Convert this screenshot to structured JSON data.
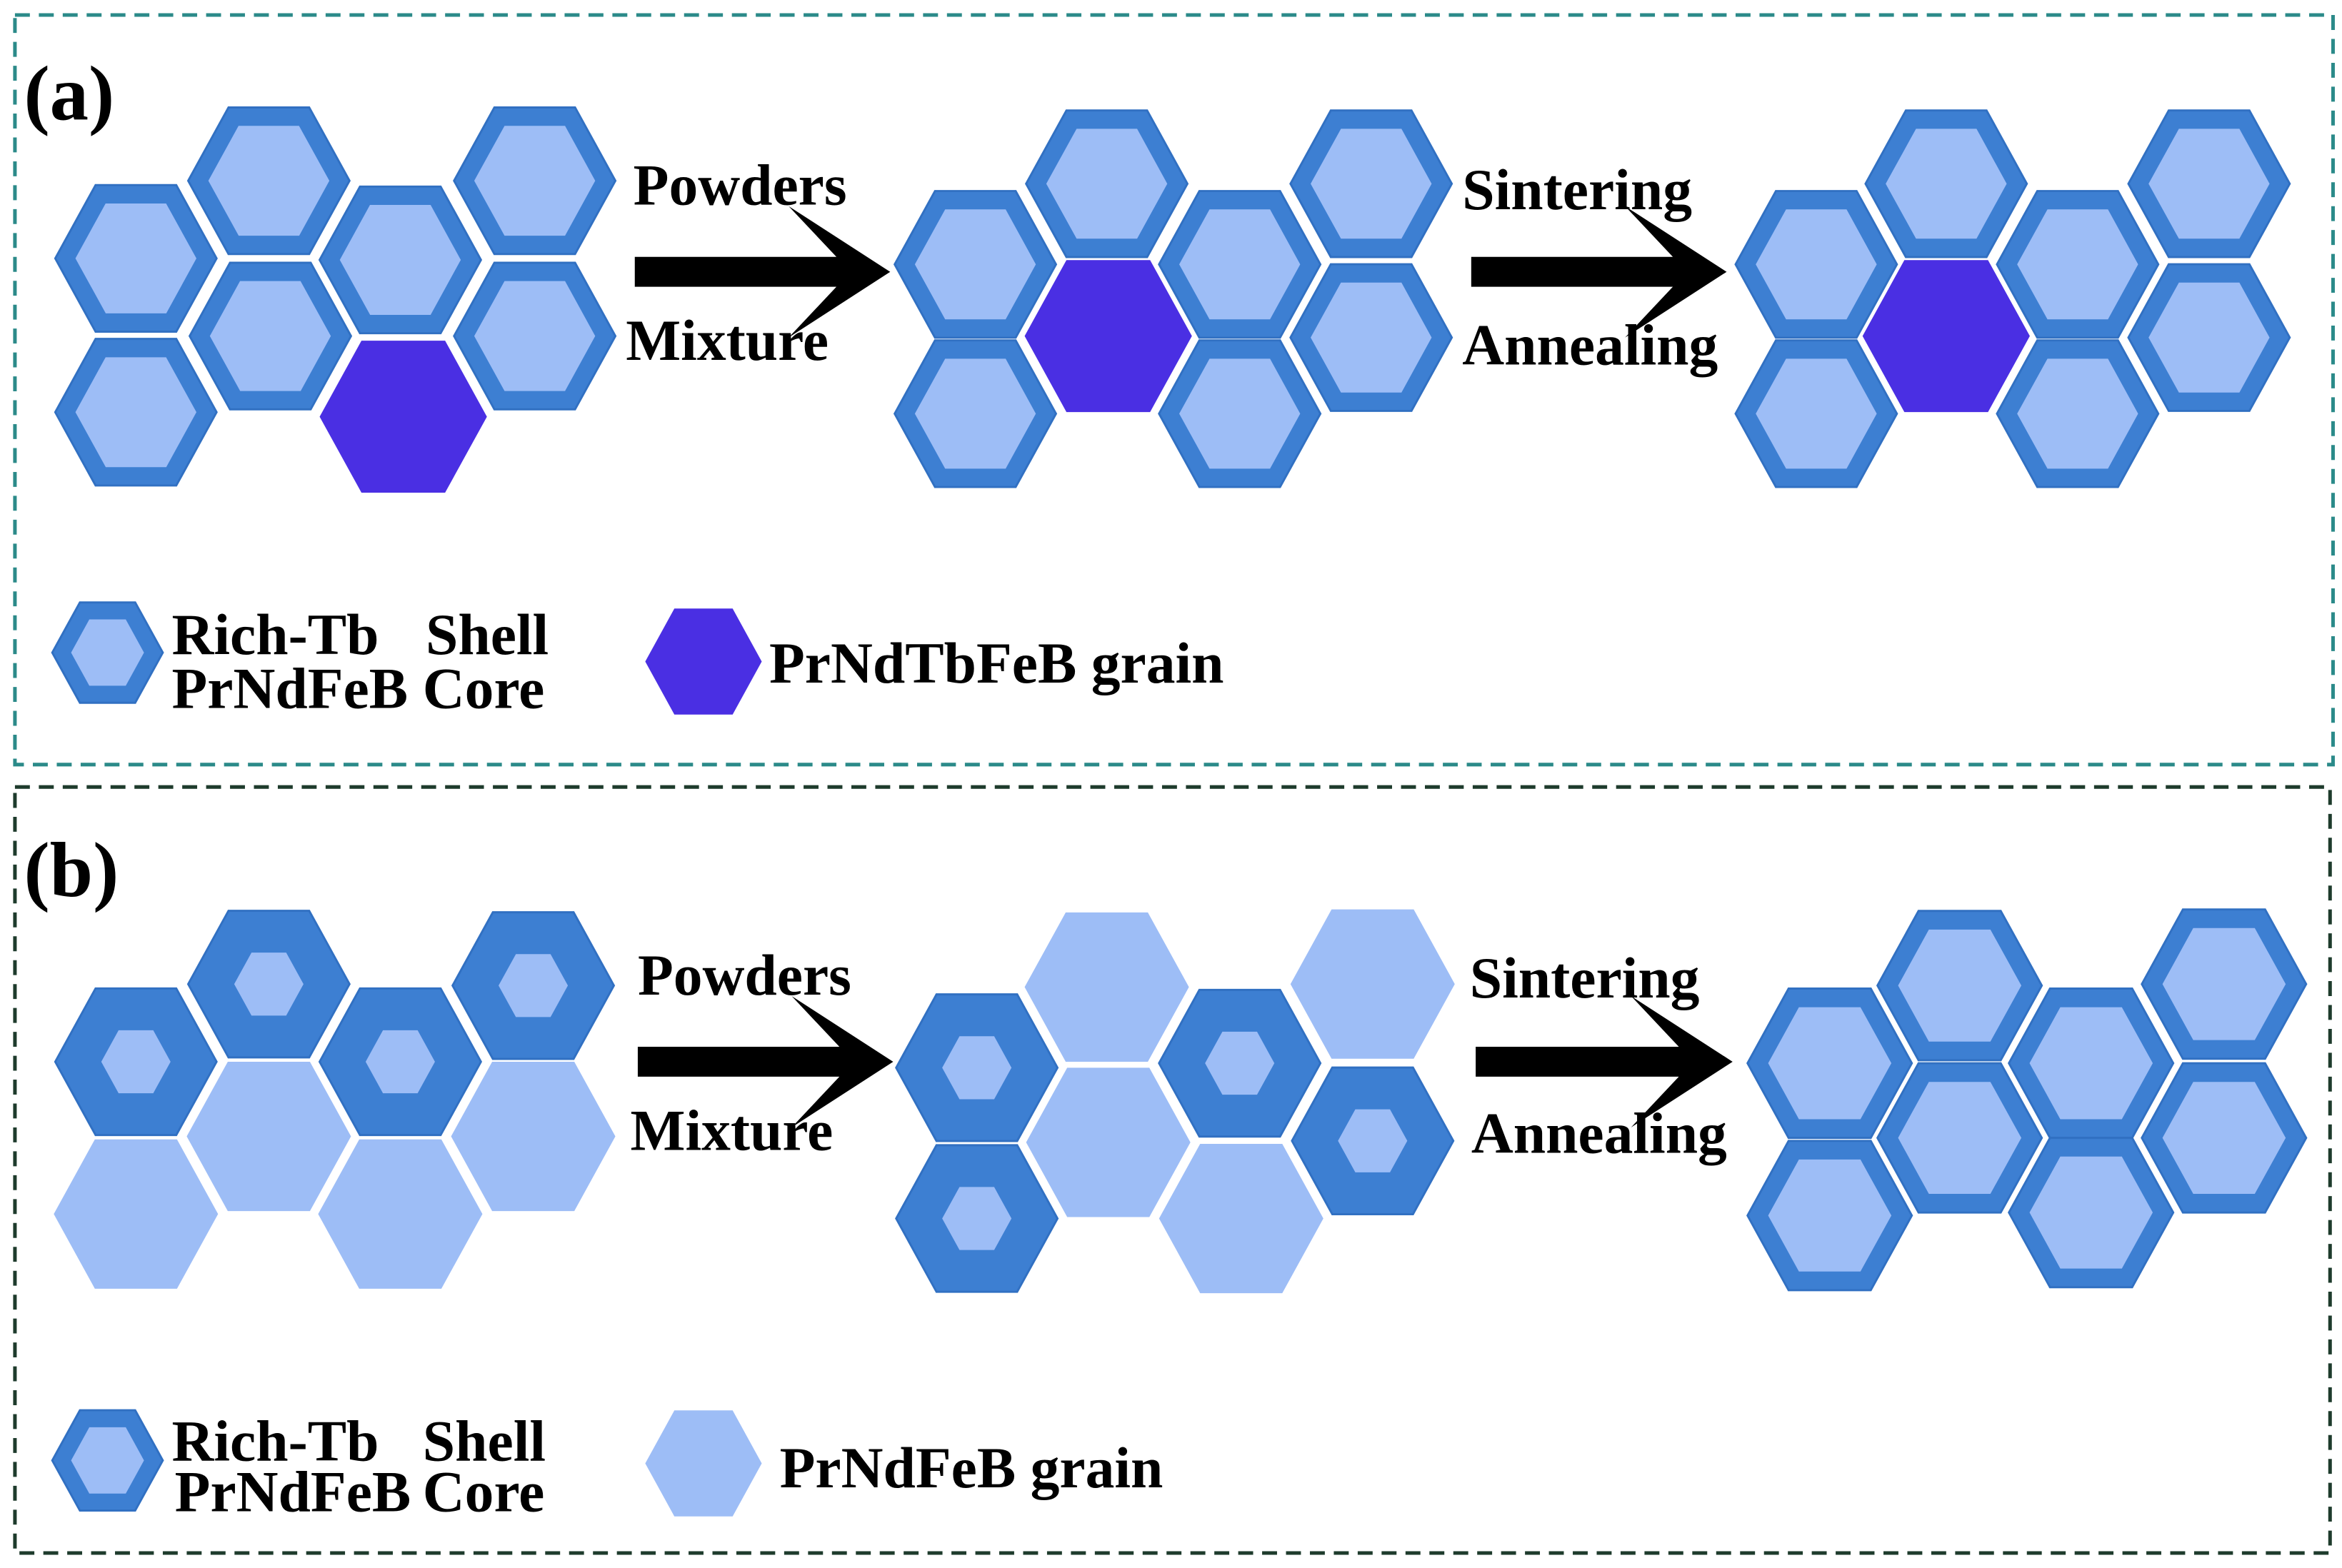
{
  "colors": {
    "shell": "#3d7fd2",
    "shell_edge": "#3170c2",
    "core": "#9dbdf6",
    "tb_grain": "#4a2fe3",
    "ndfeb_grain": "#9dbdf6",
    "arrow": "#000000",
    "frame_a": "#2b8a89",
    "frame_b": "#1e3b2c"
  },
  "panel_a": {
    "label": "(a)",
    "step1": {
      "above": "Powders",
      "below": "Mixture"
    },
    "step2": {
      "above": "Sintering",
      "below": "Annealing"
    },
    "legend": {
      "shell_prefix": "Rich-Tb",
      "shell_word": "Shell",
      "core_prefix": "PrNdFeB",
      "core_word": "Core",
      "grain": "PrNdTbFeB grain"
    }
  },
  "panel_b": {
    "label": "(b)",
    "step1": {
      "above": "Powders",
      "below": "Mixture"
    },
    "step2": {
      "above": "Sintering",
      "below": "Annealing"
    },
    "legend": {
      "shell_prefix": "Rich-Tb",
      "shell_word": "Shell",
      "core_prefix": "PrNdFeB",
      "core_word": "Core",
      "grain": "PrNdFeB grain"
    }
  }
}
